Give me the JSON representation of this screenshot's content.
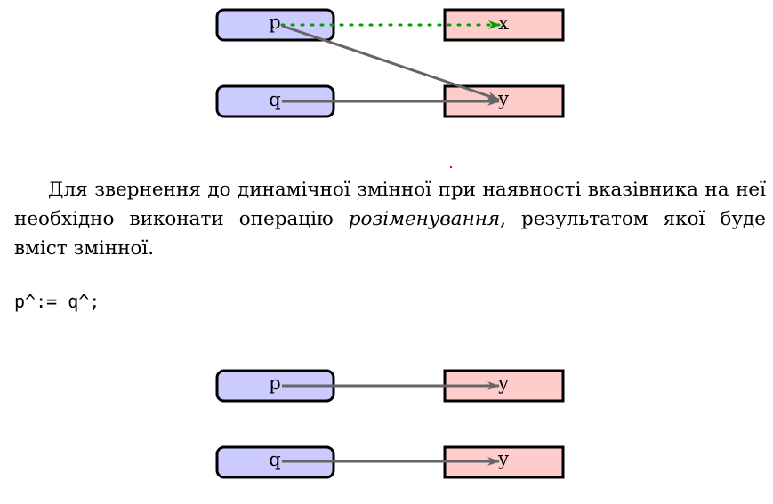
{
  "colors": {
    "pointer_fill": "#cccbff",
    "target_fill": "#ffcccc",
    "arrow": "#666666",
    "dotted_arrow": "#00a000",
    "stroke": "#000000"
  },
  "diagram_before": {
    "pointers": [
      "p",
      "q"
    ],
    "targets": [
      "x",
      "y"
    ],
    "edges": [
      {
        "from": "p",
        "to": "x",
        "style": "dotted"
      },
      {
        "from": "p",
        "to": "y",
        "style": "solid"
      },
      {
        "from": "q",
        "to": "y",
        "style": "solid"
      }
    ]
  },
  "paragraph": {
    "before_em": "Для звернення до динамічної змінної при наявності вказівника на неї необхідно виконати операцію ",
    "em": "розіменування",
    "after_em": ", результатом якої буде вміст змінної."
  },
  "code": "p^:= q^;",
  "diagram_after": {
    "pointers": [
      "p",
      "q"
    ],
    "targets": [
      "y",
      "y"
    ],
    "edges": [
      {
        "from": "p",
        "to": "y",
        "style": "solid"
      },
      {
        "from": "q",
        "to": "y",
        "style": "solid"
      }
    ]
  }
}
